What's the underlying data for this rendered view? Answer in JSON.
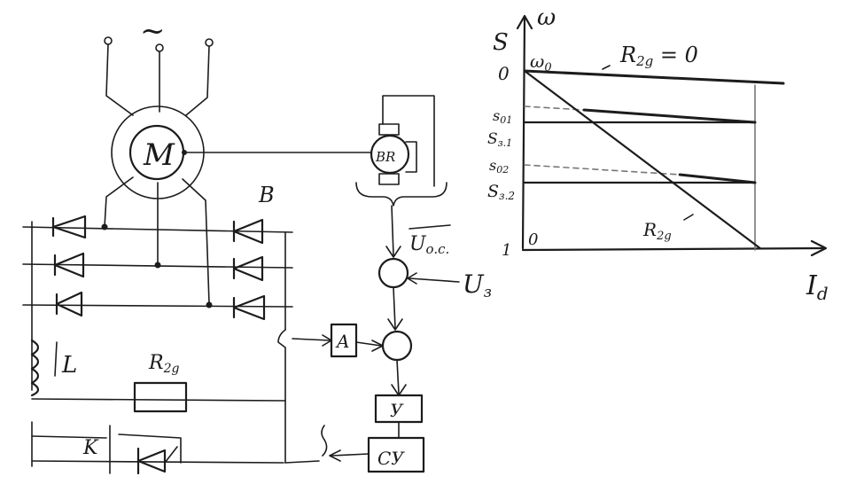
{
  "colors": {
    "ink": "#1c1c1c",
    "paper": "#ffffff"
  },
  "schematic": {
    "supply_symbol": "~",
    "motor_label": "M",
    "tacho_label": "BR",
    "rectifier_label": "B",
    "inductor_label": "L",
    "resistor_label": "R2g",
    "switch_label": "K",
    "feedback_label": "Uo.c.",
    "setpoint_label": "Uз",
    "block_a_label": "A",
    "block_u_label": "У",
    "block_su_label": "СУ"
  },
  "chart_data": {
    "type": "line",
    "xlabel": "Id",
    "ylabel_s": "S",
    "ylabel_w": "ω",
    "y_ticks_s": [
      "0",
      "s01",
      "Sз.1",
      "s02",
      "Sз.2",
      "1"
    ],
    "omega0_label": "ω0",
    "x_origin_label": "0",
    "series": [
      {
        "name": "R2g=0",
        "x": [
          0,
          1
        ],
        "s": [
          0,
          0.07
        ]
      },
      {
        "name": "",
        "x": [
          0.23,
          1
        ],
        "s": [
          0.22,
          0.29
        ]
      },
      {
        "name": "",
        "x": [
          0.6,
          1
        ],
        "s": [
          0.585,
          0.63
        ]
      },
      {
        "name": "R2g",
        "x": [
          0,
          0.91
        ],
        "s": [
          0,
          1
        ]
      }
    ],
    "reference_lines": [
      {
        "label": "Sз.1",
        "s": 0.29
      },
      {
        "label": "Sз.2",
        "s": 0.63
      }
    ],
    "dashed_extrapolations": [
      {
        "label": "s01",
        "s_start": 0.2,
        "s_end": 0.22
      },
      {
        "label": "s02",
        "s_start": 0.53,
        "s_end": 0.585
      }
    ]
  }
}
